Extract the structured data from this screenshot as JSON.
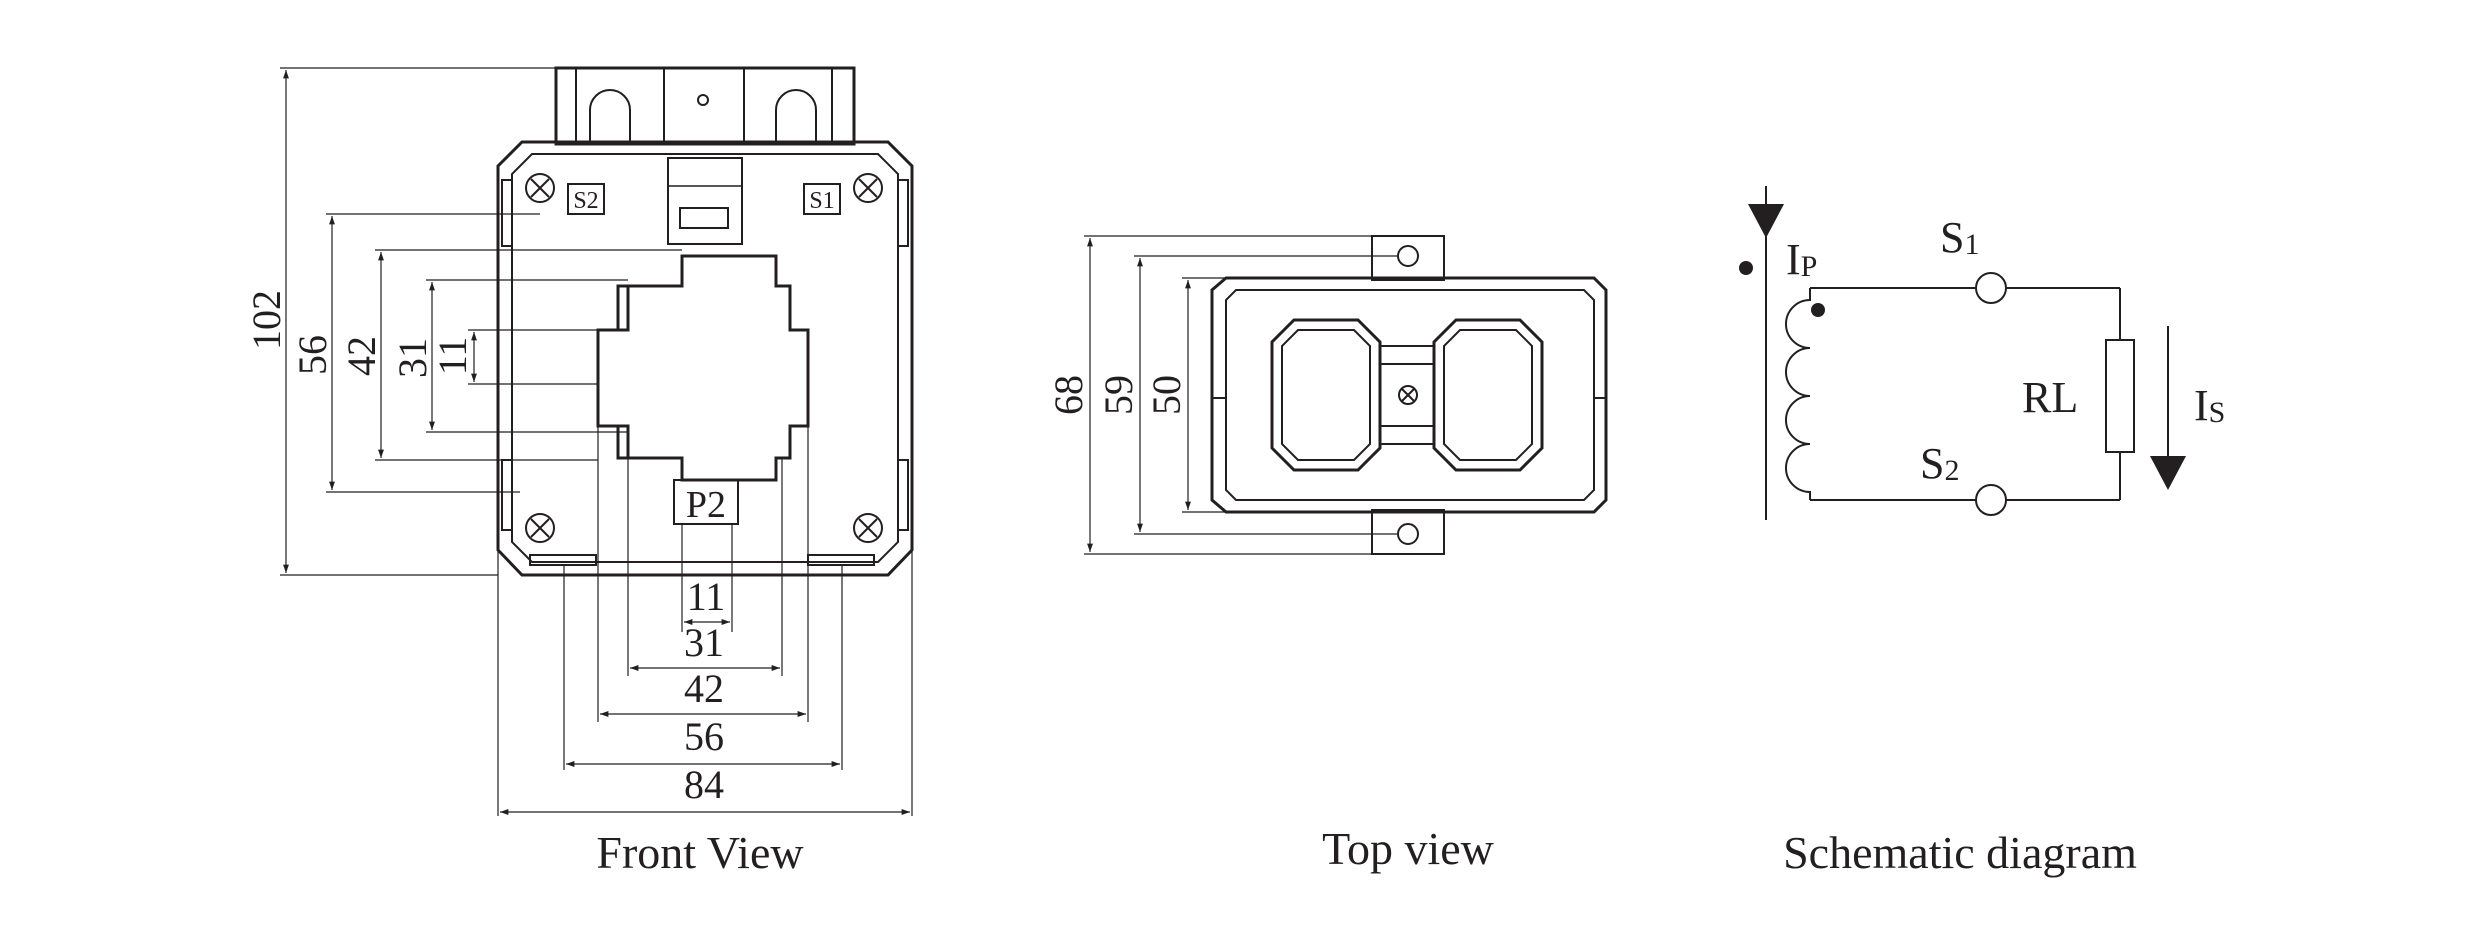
{
  "front_view": {
    "caption": "Front View",
    "dims_vertical": [
      "102",
      "56",
      "42",
      "31",
      "11"
    ],
    "dims_horizontal": [
      "11",
      "31",
      "42",
      "56",
      "84"
    ],
    "terminal_left": "S2",
    "terminal_right": "S1",
    "primary_label": "P2"
  },
  "top_view": {
    "caption": "Top view",
    "dims_vertical": [
      "68",
      "59",
      "50"
    ]
  },
  "schematic": {
    "caption": "Schematic diagram",
    "primary_current": {
      "main": "I",
      "sub": "P"
    },
    "secondary_current": {
      "main": "I",
      "sub": "S"
    },
    "s1": {
      "main": "S",
      "sub": "1"
    },
    "s2": {
      "main": "S",
      "sub": "2"
    },
    "load": "RL"
  }
}
